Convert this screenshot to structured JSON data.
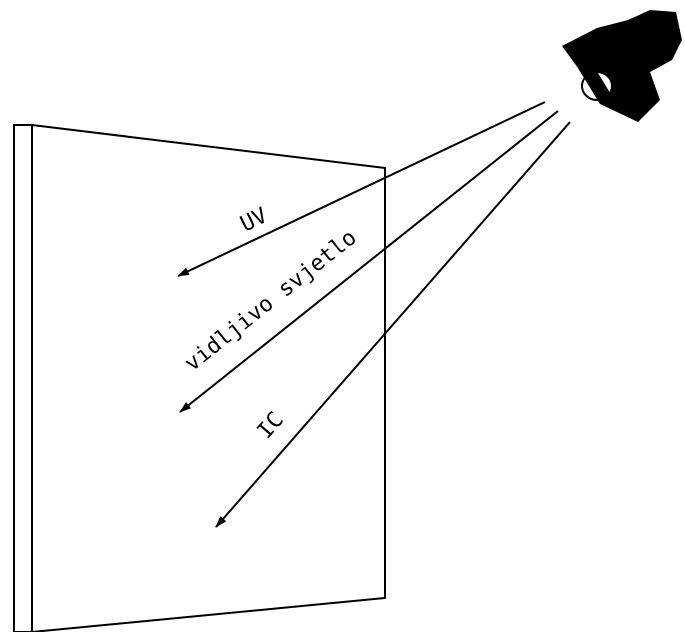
{
  "diagram": {
    "rays": [
      {
        "id": "uv",
        "label": "UV"
      },
      {
        "id": "visible",
        "label": "vidljivo svjetlo"
      },
      {
        "id": "ir",
        "label": "IC"
      }
    ],
    "colors": {
      "line": "#000000",
      "background": "#ffffff",
      "lamp": "#000000"
    },
    "icons": {
      "lamp": "lamp-icon",
      "glass_pane": "glass-pane"
    }
  }
}
